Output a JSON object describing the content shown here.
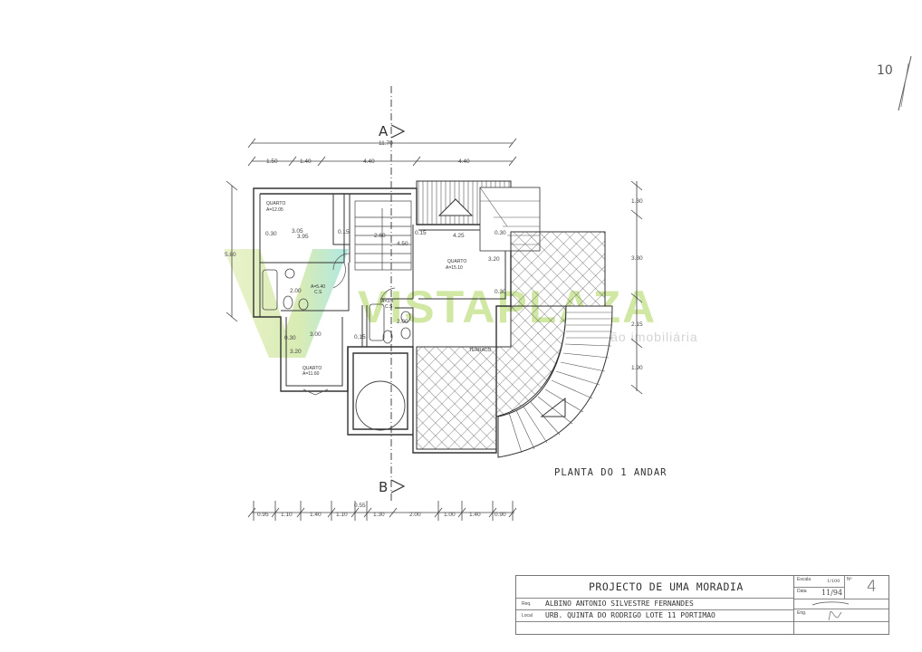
{
  "sheet": {
    "corner_number": "10",
    "plan_title": "PLANTA  DO 1 ANDAR",
    "section_markers": [
      "A",
      "B"
    ]
  },
  "title_block": {
    "project_title": "PROJECTO DE UMA MORADIA",
    "requerente_label": "Req.",
    "requerente": "ALBINO ANTONIO SILVESTRE FERNANDES",
    "local_label": "Local",
    "local": "URB. QUINTA DO RODRIGO LOTE 11 PORTIMAO",
    "escala_label": "Escala",
    "escala": "1/100",
    "data_label": "Data",
    "data": "11/94",
    "sheet_no_label": "Nº",
    "sheet_no": "4",
    "eng_label": "Eng."
  },
  "dimensions": {
    "top_total": "11.70",
    "top_segments": [
      "1.50",
      "1.40",
      "4.40",
      "4.40"
    ],
    "bottom_segments": [
      "0.95",
      "1.10",
      "1.40",
      "1.10",
      "0.55",
      "1.30",
      "2.00",
      "1.00",
      "1.40",
      "0.90"
    ],
    "left_total": "5.80",
    "right_segments": [
      "1.30",
      "3.80",
      "2.15",
      "1.90"
    ]
  },
  "rooms": [
    {
      "name": "QUARTO",
      "area": "A=12.05",
      "dims": [
        "3.05",
        "3.95",
        "0.30"
      ]
    },
    {
      "name": "QUARTO",
      "area": "A=15.10",
      "dims": [
        "4.25",
        "3.20",
        "0.30",
        "0.30"
      ]
    },
    {
      "name": "QUARTO",
      "area": "A=11.60",
      "dims": [
        "3.00",
        "3.20",
        "0.30"
      ]
    },
    {
      "name": "C.S",
      "area": "A=5.40",
      "dims": [
        "2.00"
      ]
    },
    {
      "name": "C.S",
      "area": "A=3.8",
      "dims": [
        "2.00"
      ]
    },
    {
      "name": "TERRACO",
      "area": "",
      "dims": []
    }
  ],
  "misc_dims": [
    "2.60",
    "0.15",
    "0.15",
    "0.15",
    "4.50"
  ],
  "watermark": {
    "brand": "VISTAPLAZA",
    "tagline": "mediação imobiliária",
    "colors": {
      "green": "#9ccb3b",
      "teal": "#2ec4b6"
    }
  }
}
